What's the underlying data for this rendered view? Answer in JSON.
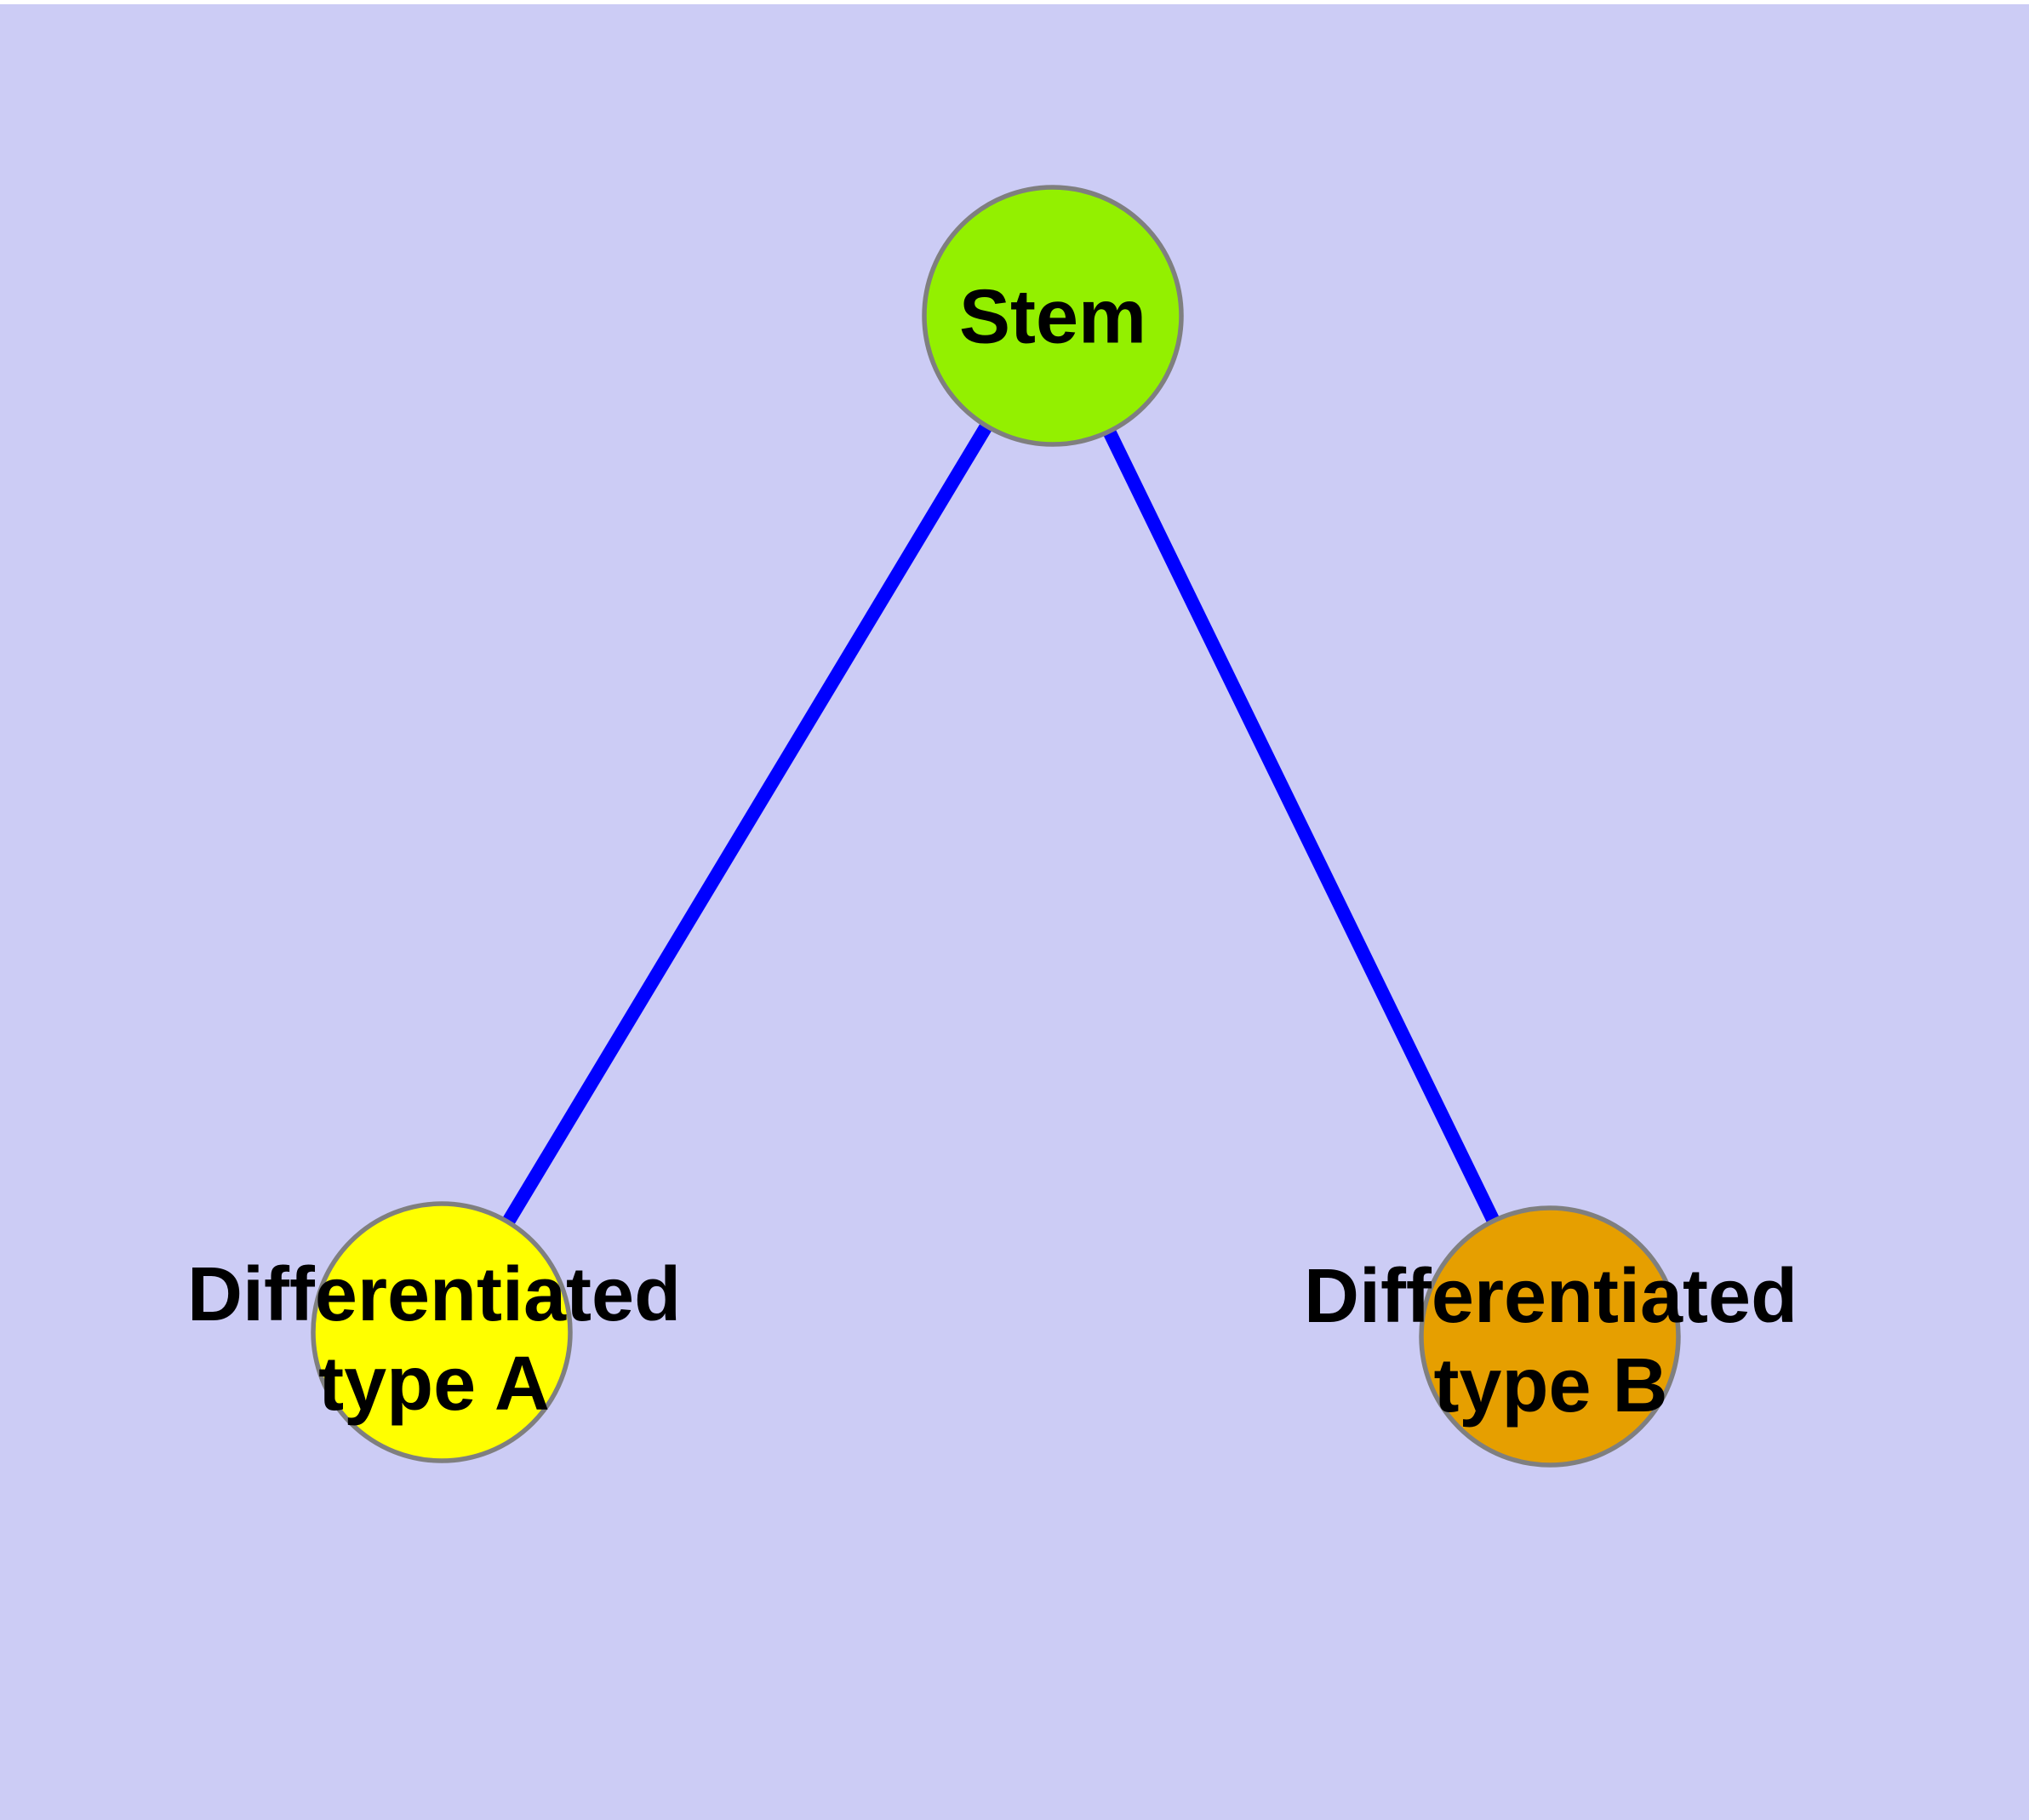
{
  "diagram": {
    "background_color": "#CCCCF5",
    "edge_color": "#0000FF",
    "node_border_color": "#7F7F7F",
    "label_text_color": "#000000",
    "nodes": [
      {
        "id": "stem",
        "label": "Stem",
        "color": "#93F000"
      },
      {
        "id": "typeA",
        "label": "Differentiated\ntype A",
        "color": "#FFFF00"
      },
      {
        "id": "typeB",
        "label": "Differentiated\ntype B",
        "color": "#E69F00"
      }
    ],
    "edges": [
      {
        "from": "Stem",
        "to": "Differentiated type A"
      },
      {
        "from": "Stem",
        "to": "Differentiated type B"
      }
    ]
  }
}
